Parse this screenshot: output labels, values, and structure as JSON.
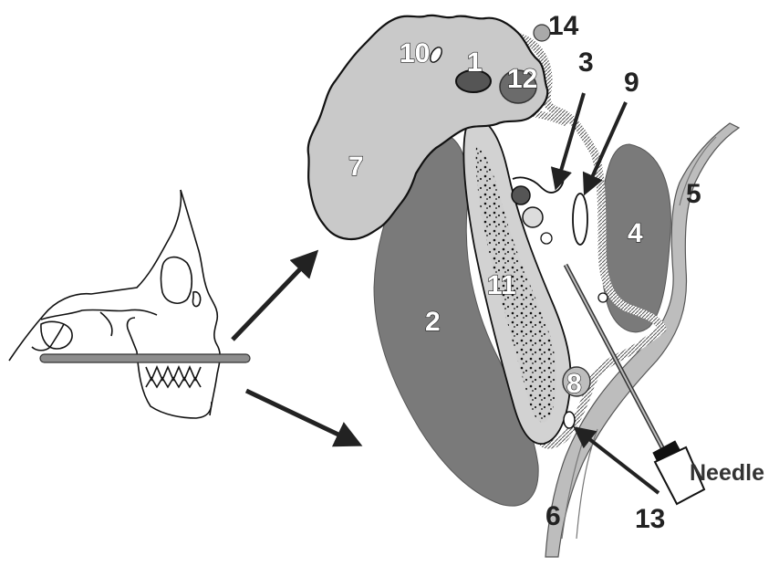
{
  "labels": {
    "n1": "1",
    "n2": "2",
    "n3": "3",
    "n4": "4",
    "n5": "5",
    "n6": "6",
    "n7": "7",
    "n8": "8",
    "n9": "9",
    "n10": "10",
    "n11": "11",
    "n12": "12",
    "n13": "13",
    "n14": "14",
    "needle": "Needle"
  },
  "colors": {
    "parotid": "#c9c9c9",
    "muscle": "#7a7a7a",
    "bone": "#d2d2d2",
    "ink": "#111111",
    "fascia": "#bdbdbd"
  }
}
